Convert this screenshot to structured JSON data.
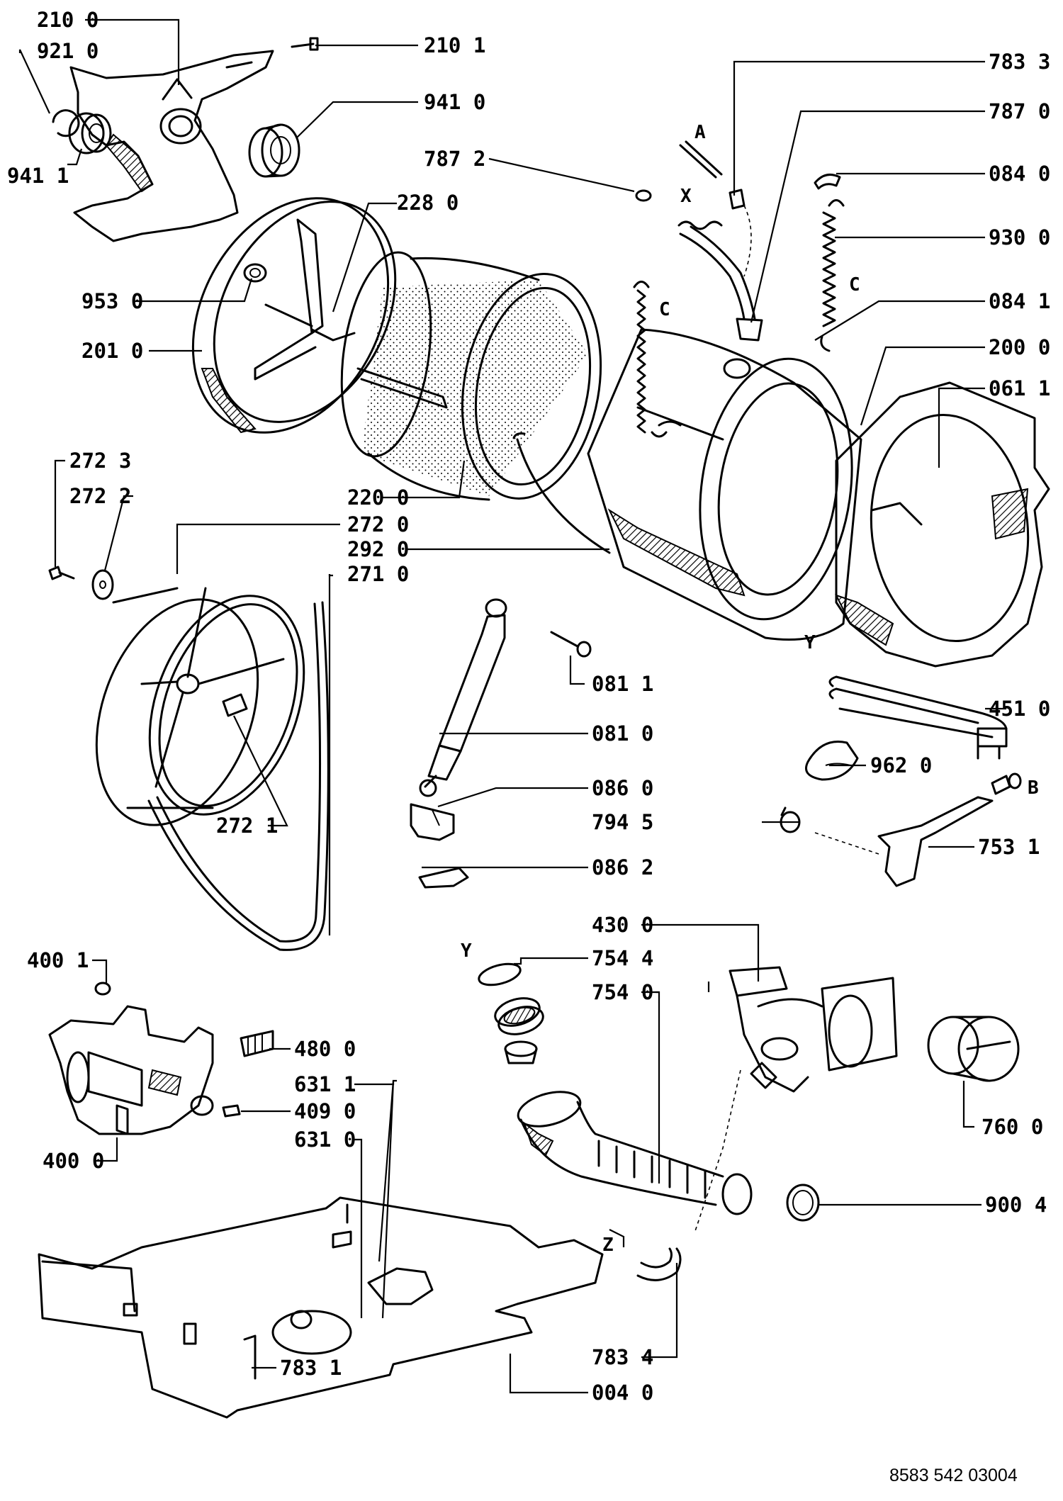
{
  "diagram": {
    "part_labels": [
      "210 0",
      "921 0",
      "941 1",
      "210 1",
      "941 0",
      "228 0",
      "953 0",
      "201 0",
      "783 3",
      "787 0",
      "787 2",
      "084 0",
      "930 0",
      "084 1",
      "200 0",
      "061 1",
      "272 3",
      "272 2",
      "220 0",
      "272 0",
      "292 0",
      "271 0",
      "272 1",
      "081 1",
      "081 0",
      "086 0",
      "794 5",
      "086 2",
      "451 0",
      "962 0",
      "753 1",
      "430 0",
      "754 4",
      "754 0",
      "760 0",
      "900 4",
      "400 1",
      "480 0",
      "631 1",
      "409 0",
      "400 0",
      "631 0",
      "783 1",
      "783 4",
      "004 0"
    ],
    "connection_letters": [
      "A",
      "X",
      "C",
      "C",
      "Y",
      "B",
      "Y",
      "Z"
    ],
    "footer_code": "8583 542 03004"
  }
}
